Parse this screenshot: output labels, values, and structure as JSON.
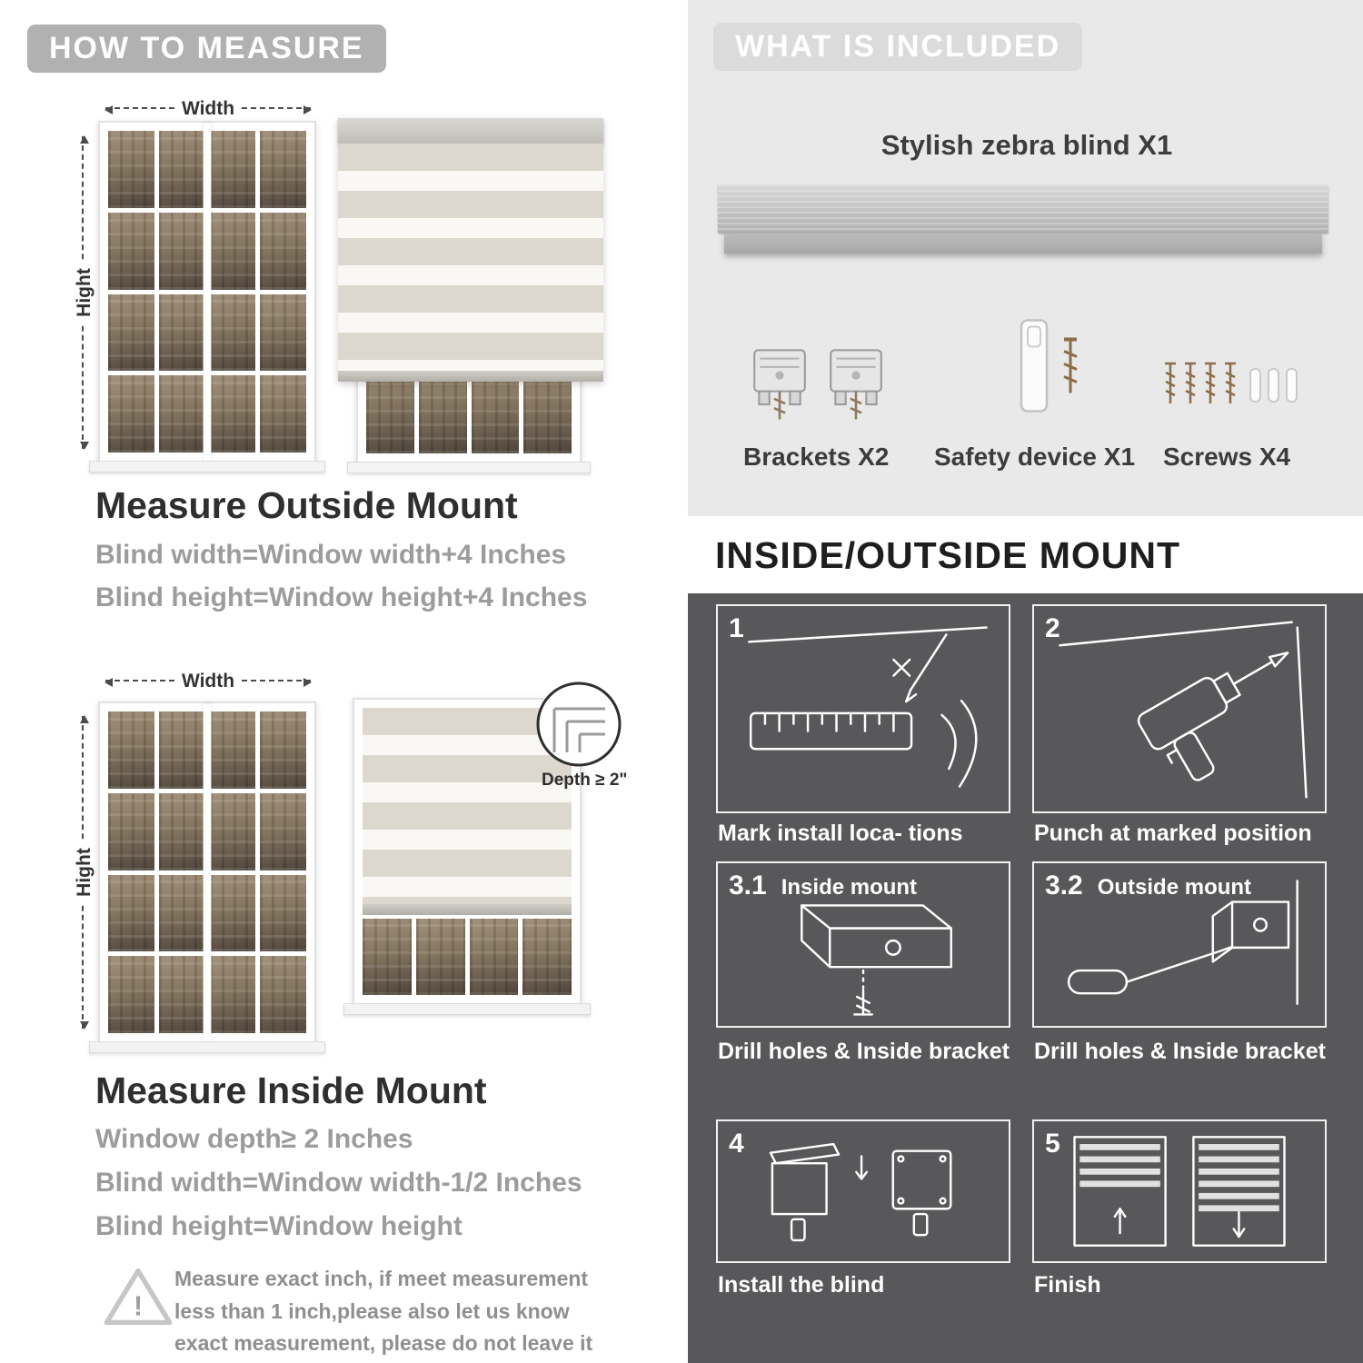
{
  "colors": {
    "banner_gray": "#b1b1b1",
    "light_panel": "#e9e9e9",
    "included_band": "#dbdbdb",
    "dark_panel": "#58585a",
    "muted_text": "#9c9c9c",
    "dark_text": "#2f2f2f",
    "blind_stripe": "#dcd8d0"
  },
  "left": {
    "header": "HOW TO MEASURE",
    "outside": {
      "width_label": "Width",
      "height_label": "Hight",
      "heading": "Measure Outside Mount",
      "line1": "Blind width=Window width+4 Inches",
      "line2": "Blind height=Window height+4 Inches"
    },
    "inside": {
      "width_label": "Width",
      "height_label": "Hight",
      "depth_label": "Depth ≥ 2\"",
      "heading": "Measure Inside Mount",
      "line1": "Window depth≥ 2 Inches",
      "line2": "Blind width=Window width-1/2 Inches",
      "line3": "Blind height=Window height"
    },
    "warning": {
      "mark": "!",
      "text": "Measure exact inch, if meet measurement less than 1 inch,please also let us know exact measurement, please do not leave it"
    }
  },
  "included": {
    "header": "WHAT IS INCLUDED",
    "product_label": "Stylish zebra blind X1",
    "items": [
      {
        "label": "Brackets X2"
      },
      {
        "label": "Safety device X1"
      },
      {
        "label": "Screws X4"
      }
    ]
  },
  "mount": {
    "header": "INSIDE/OUTSIDE MOUNT",
    "steps": [
      {
        "num": "1",
        "sub": "",
        "caption": "Mark install loca- tions"
      },
      {
        "num": "2",
        "sub": "",
        "caption": "Punch at  marked position"
      },
      {
        "num": "3.1",
        "sub": "Inside mount",
        "caption": "Drill holes &  Inside bracket"
      },
      {
        "num": "3.2",
        "sub": "Outside mount",
        "caption": "Drill holes &  Inside bracket"
      },
      {
        "num": "4",
        "sub": "",
        "caption": "Install the blind"
      },
      {
        "num": "5",
        "sub": "",
        "caption": "Finish"
      }
    ]
  }
}
